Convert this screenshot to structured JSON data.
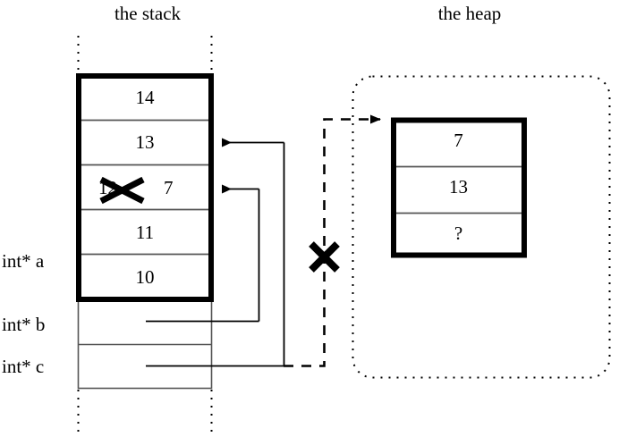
{
  "diagram": {
    "title_stack": "the stack",
    "title_heap": "the heap"
  },
  "stack": {
    "cells": [
      {
        "value": "14"
      },
      {
        "value": "13"
      },
      {
        "value": "12",
        "crossed_out": true,
        "new_value": "7"
      },
      {
        "value": "11"
      },
      {
        "value": "10"
      }
    ],
    "variables": [
      {
        "label": "int* a"
      },
      {
        "label": "int* b"
      },
      {
        "label": "int* c"
      }
    ]
  },
  "heap": {
    "cells": [
      {
        "value": "7"
      },
      {
        "value": "13"
      },
      {
        "value": "?"
      }
    ]
  },
  "annotations": {
    "crossed_stack_value": "12",
    "updated_stack_value": "7",
    "x_mark_on_heap_pointer": "✕",
    "x_mark_on_stale_value": "✕"
  },
  "colors": {
    "ink": "#000000",
    "background": "#ffffff",
    "thin_rule": "#444444"
  }
}
